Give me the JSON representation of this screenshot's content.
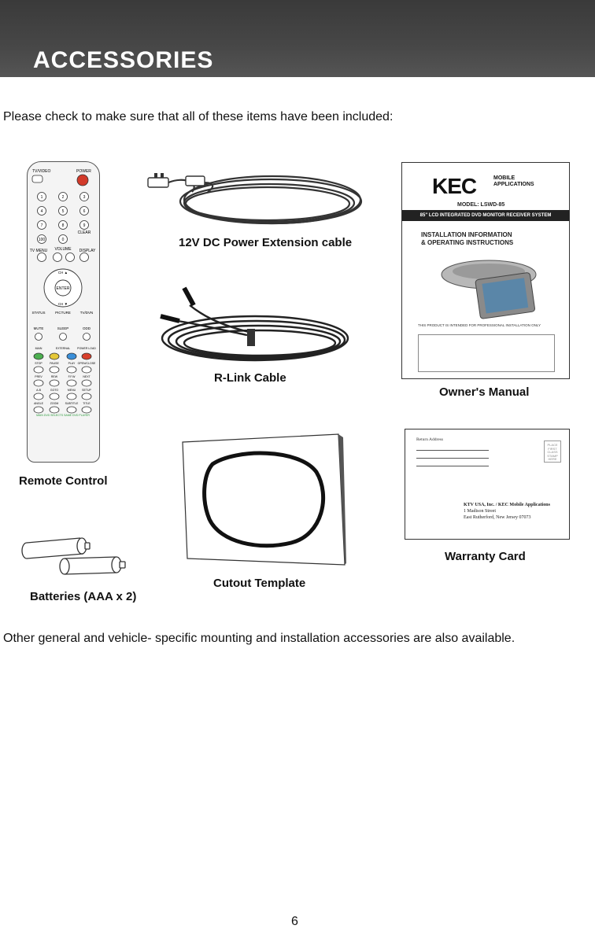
{
  "header": {
    "title": "ACCESSORIES"
  },
  "intro_text": "Please check to make sure that all of these items have been included:",
  "items": {
    "remote": {
      "caption": "Remote Control"
    },
    "power_cable": {
      "caption": "12V DC Power Extension cable"
    },
    "rlink_cable": {
      "caption": "R-Link Cable"
    },
    "manual": {
      "caption": "Owner's Manual",
      "logo": "KEC",
      "logo_sub_1": "MOBILE",
      "logo_sub_2": "APPLICATIONS",
      "model": "MODEL: LSWD-85",
      "band": "85\" LCD INTEGRATED DVD MONITOR RECEIVER SYSTEM",
      "heading_1": "INSTALLATION INFORMATION",
      "heading_2": "& OPERATING INSTRUCTIONS",
      "note": "THIS PRODUCT IS INTENDED FOR PROFESSIONAL INSTALLATION ONLY"
    },
    "batteries": {
      "caption": "Batteries (AAA x 2)"
    },
    "cutout": {
      "caption": "Cutout Template"
    },
    "warranty": {
      "caption": "Warranty Card",
      "return_label": "Return Address",
      "stamp": [
        "PLACE",
        "FIRST",
        "CLASS",
        "STAMP",
        "HERE"
      ],
      "address_1": "KTV USA, Inc. / KEC Mobile Applications",
      "address_2": "1 Madison Street",
      "address_3": "East Rutherford, New Jersey 07073"
    }
  },
  "footer_text": "Other general and vehicle- specific mounting and installation accessories are also available.",
  "page_number": "6",
  "colors": {
    "header_bg": "#474747",
    "header_text": "#ffffff",
    "remote_power": "#d23a2a",
    "btn_green": "#4caf50",
    "btn_yellow": "#e5c838",
    "btn_blue": "#3a8fd9",
    "btn_red": "#d8402c"
  }
}
